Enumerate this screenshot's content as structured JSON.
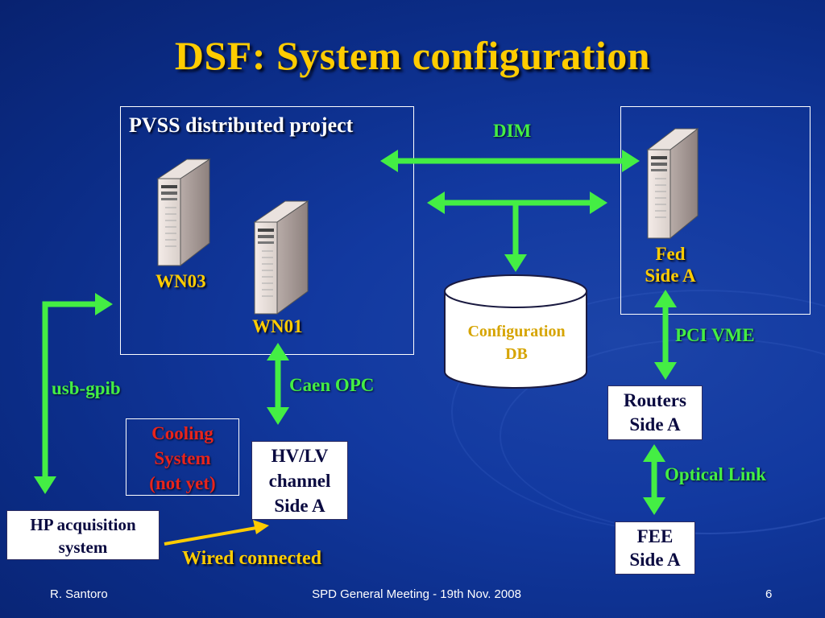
{
  "title": "DSF: System configuration",
  "pvss_label": "PVSS distributed project",
  "servers": {
    "wn03": "WN03",
    "wn01": "WN01",
    "fed_line1": "Fed",
    "fed_line2": "Side A"
  },
  "links": {
    "dim": "DIM",
    "usb_gpib": "usb-gpib",
    "caen_opc": "Caen OPC",
    "pci_vme": "PCI VME",
    "optical_link": "Optical Link",
    "wired_connected": "Wired connected"
  },
  "database": {
    "line1": "Configuration",
    "line2": "DB"
  },
  "boxes": {
    "cooling": {
      "line1": "Cooling",
      "line2": "System",
      "line3": "(not yet)"
    },
    "hvlv": {
      "line1": "HV/LV",
      "line2": "channel",
      "line3": "Side A"
    },
    "hp": {
      "line1": "HP acquisition",
      "line2": "system"
    },
    "routers": {
      "line1": "Routers",
      "line2": "Side A"
    },
    "fee": {
      "line1": "FEE",
      "line2": "Side A"
    }
  },
  "footer": {
    "author": "R. Santoro",
    "meeting": "SPD General Meeting - 19th Nov. 2008",
    "page": "6"
  },
  "colors": {
    "background": "#1239a0",
    "title": "#ffcc00",
    "arrow": "#44ee44",
    "wired_arrow": "#ffcc00",
    "cooling_text": "#e8241c"
  }
}
